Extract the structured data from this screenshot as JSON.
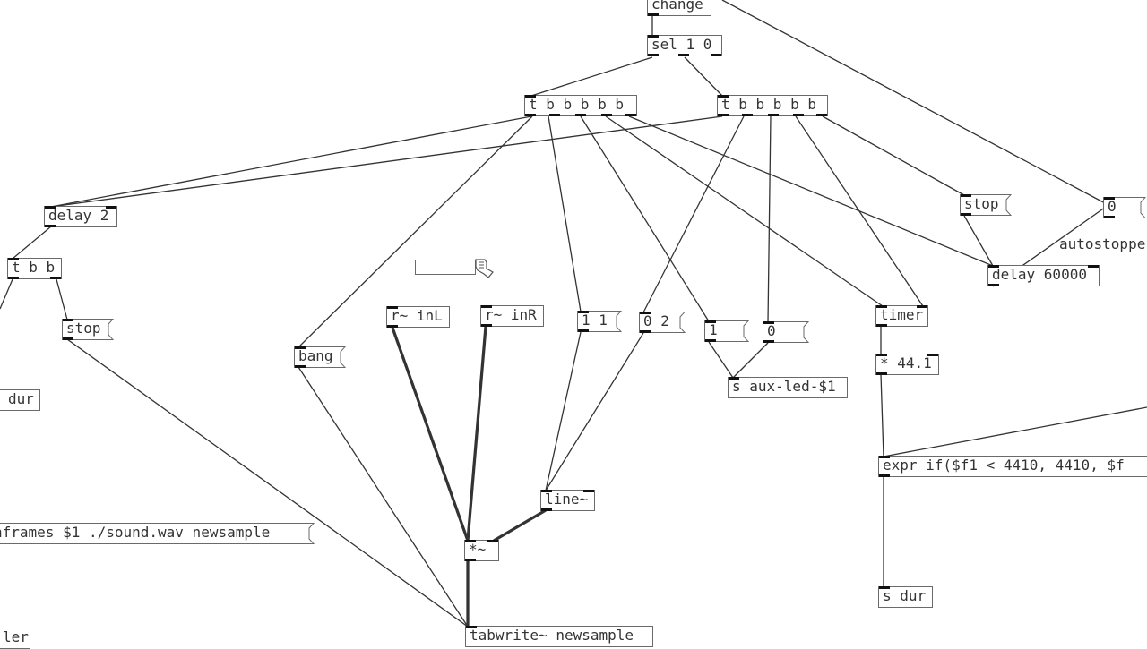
{
  "app": "Pure Data patch editor",
  "objects": {
    "change": "change",
    "sel": "sel 1 0",
    "trig_left": "t b b b b b",
    "trig_right": "t b b b b b",
    "delay2": "delay 2",
    "tbb": "t b b",
    "stop_left": "stop",
    "dur_left": "dur",
    "bang": "bang",
    "r_inL": "r~ inL",
    "r_inR": "r~ inR",
    "msg_11": "1 1",
    "msg_02": "0 2",
    "msg_1": "1",
    "msg_0": "0",
    "s_aux_led": "s aux-led-$1",
    "timer": "timer",
    "mul_441": "* 44.1",
    "expr": "expr if($f1 < 4410, 4410, $f",
    "s_dur": "s dur",
    "stop_right": "stop",
    "delay60000": "delay 60000",
    "msg_autostop": "0",
    "line": "line~",
    "mul_sig": "*~",
    "nframes_msg": "nframes $1 ./sound.wav newsample",
    "tabwrite": "tabwrite~ newsample",
    "ler_left": "ler"
  },
  "comments": {
    "autostopper": "autostoppe"
  },
  "cursor": "hand-pointer-icon"
}
